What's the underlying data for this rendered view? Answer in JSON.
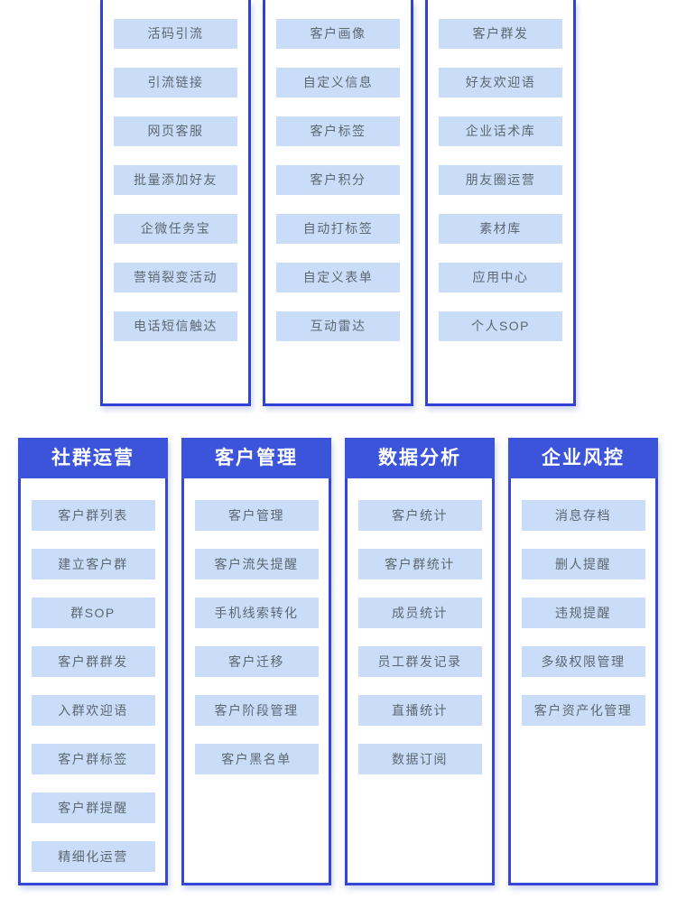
{
  "colors": {
    "panel_border": "#3143d4",
    "header_bg": "#3b54da",
    "header_text": "#ffffff",
    "item_bg": "#c9ddf9",
    "item_text": "#5d6770",
    "page_bg": "#ffffff"
  },
  "top_section": {
    "columns": [
      {
        "items": [
          "活码引流",
          "引流链接",
          "网页客服",
          "批量添加好友",
          "企微任务宝",
          "营销裂变活动",
          "电话短信触达"
        ]
      },
      {
        "items": [
          "客户画像",
          "自定义信息",
          "客户标签",
          "客户积分",
          "自动打标签",
          "自定义表单",
          "互动雷达"
        ]
      },
      {
        "items": [
          "客户群发",
          "好友欢迎语",
          "企业话术库",
          "朋友圈运营",
          "素材库",
          "应用中心",
          "个人SOP"
        ]
      }
    ]
  },
  "bottom_section": {
    "columns": [
      {
        "title": "社群运营",
        "items": [
          "客户群列表",
          "建立客户群",
          "群SOP",
          "客户群群发",
          "入群欢迎语",
          "客户群标签",
          "客户群提醒",
          "精细化运营"
        ]
      },
      {
        "title": "客户管理",
        "items": [
          "客户管理",
          "客户流失提醒",
          "手机线索转化",
          "客户迁移",
          "客户阶段管理",
          "客户黑名单"
        ]
      },
      {
        "title": "数据分析",
        "items": [
          "客户统计",
          "客户群统计",
          "成员统计",
          "员工群发记录",
          "直播统计",
          "数据订阅"
        ]
      },
      {
        "title": "企业风控",
        "items": [
          "消息存档",
          "删人提醒",
          "违规提醒",
          "多级权限管理",
          "客户资产化管理"
        ]
      }
    ]
  }
}
